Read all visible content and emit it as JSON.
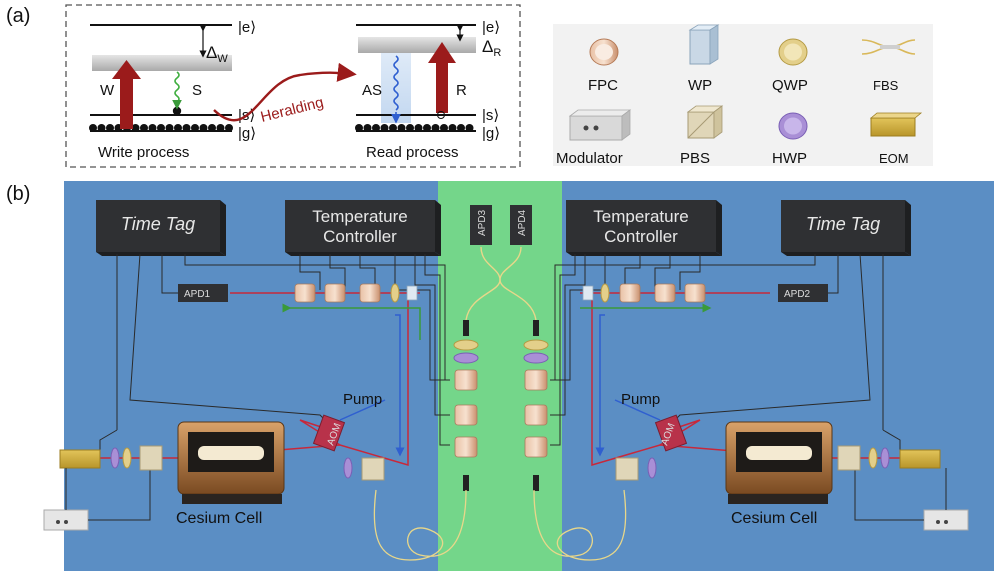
{
  "panel_a": {
    "label": "(a)",
    "levels": {
      "e_left": "|e⟩",
      "s_left": "|s⟩",
      "g_left": "|g⟩",
      "e_right": "|e⟩",
      "s_right": "|s⟩",
      "g_right": "|g⟩"
    },
    "delta_w": "Δ",
    "delta_w_sub": "W",
    "delta_r": "Δ",
    "delta_r_sub": "R",
    "arrow_w": "W",
    "arrow_s": "S",
    "arrow_as": "AS",
    "arrow_r": "R",
    "heralding": "Heralding",
    "write_caption": "Write process",
    "read_caption": "Read process",
    "colors": {
      "pump_red": "#9b1b1b",
      "s_green": "#3fae3f",
      "as_blue": "#2f5fd0"
    }
  },
  "legend": {
    "items": [
      {
        "name": "FPC"
      },
      {
        "name": "WP"
      },
      {
        "name": "QWP"
      },
      {
        "name": "FBS"
      },
      {
        "name": "Modulator"
      },
      {
        "name": "PBS"
      },
      {
        "name": "HWP"
      },
      {
        "name": "EOM"
      }
    ]
  },
  "panel_b": {
    "label": "(b)",
    "time_tag_left": "Time Tag",
    "time_tag_right": "Time Tag",
    "temp_left_line1": "Temperature",
    "temp_left_line2": "Controller",
    "temp_right_line1": "Temperature",
    "temp_right_line2": "Controller",
    "apd1": "APD1",
    "apd2": "APD2",
    "apd3": "APD3",
    "apd4": "APD4",
    "pump_left": "Pump",
    "pump_right": "Pump",
    "aom_left": "AOM",
    "aom_right": "AOM",
    "cell_left": "Cesium Cell",
    "cell_right": "Cesium Cell",
    "colors": {
      "table_blue": "#5b8ec4",
      "green_strip": "#74d68a",
      "box_dark": "#2f3033",
      "beam_red": "#c8283a"
    }
  }
}
